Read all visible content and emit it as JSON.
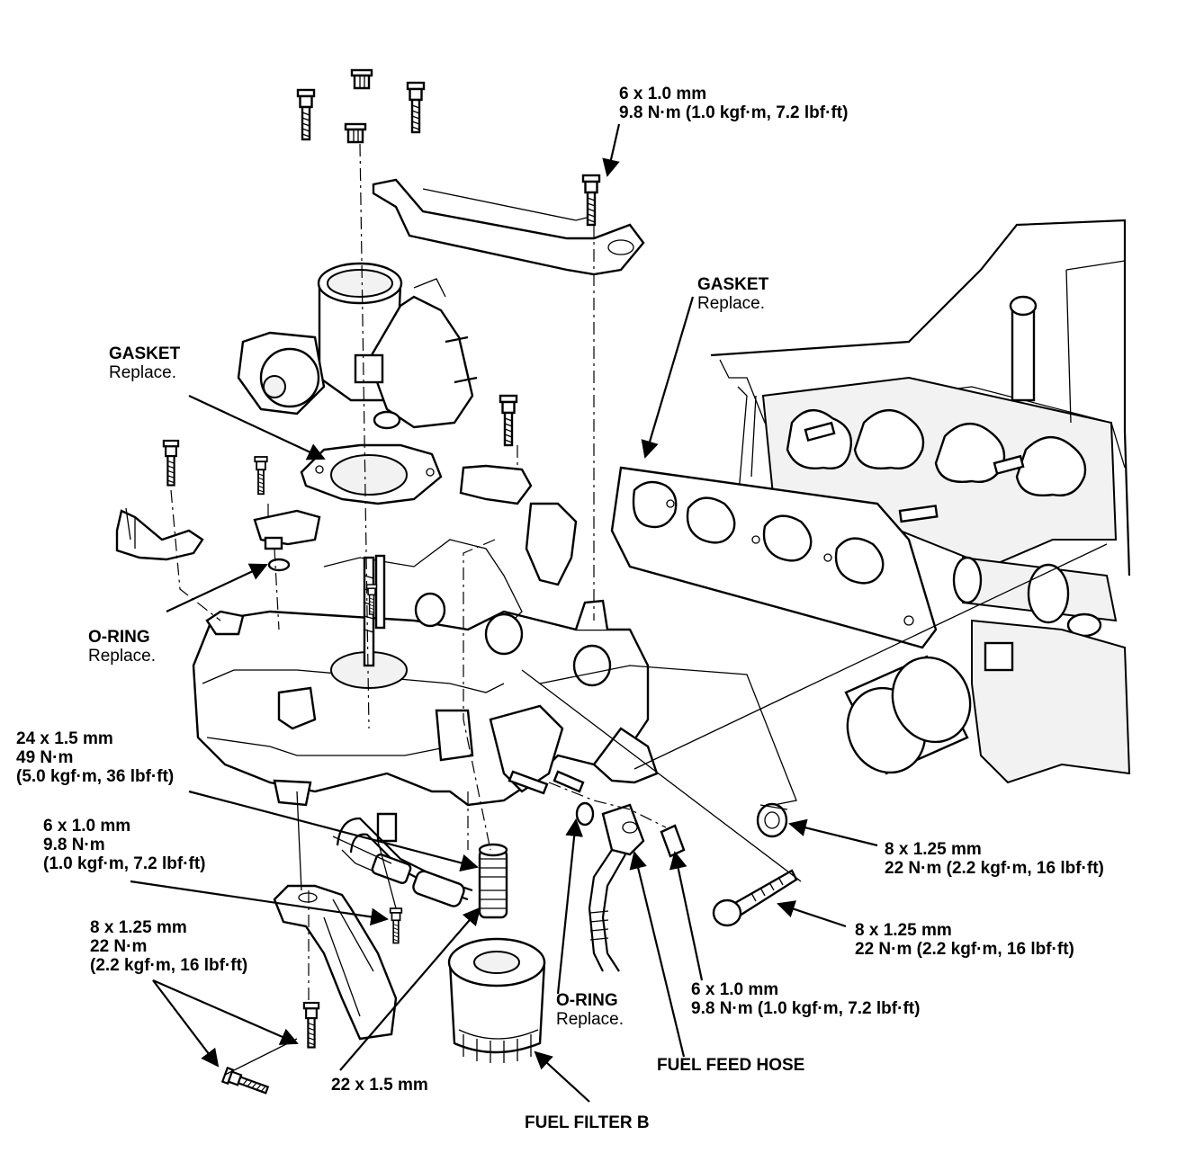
{
  "labels": {
    "bracket_bolt_top": {
      "line1": "6 x 1.0 mm",
      "line2": "9.8 N·m (1.0 kgf·m, 7.2 lbf·ft)"
    },
    "gasket_manifold": {
      "name": "GASKET",
      "note": "Replace."
    },
    "gasket_throttle": {
      "name": "GASKET",
      "note": "Replace."
    },
    "oring_top": {
      "name": "O-RING",
      "note": "Replace."
    },
    "stud_24": {
      "line1": "24 x 1.5 mm",
      "line2": "49 N·m",
      "line3": "(5.0 kgf·m, 36 lbf·ft)"
    },
    "bolt_6_left": {
      "line1": "6 x 1.0 mm",
      "line2": "9.8 N·m",
      "line3": "(1.0 kgf·m, 7.2 lbf·ft)"
    },
    "bolt_8_left": {
      "line1": "8 x 1.25 mm",
      "line2": "22 N·m",
      "line3": "(2.2 kgf·m, 16 lbf·ft)"
    },
    "nut_8_right": {
      "line1": "8 x 1.25 mm",
      "line2": "22 N·m (2.2 kgf·m, 16 lbf·ft)"
    },
    "bolt_8_right": {
      "line1": "8 x 1.25 mm",
      "line2": "22 N·m (2.2 kgf·m, 16 lbf·ft)"
    },
    "bolt_6_bottom": {
      "line1": "6 x 1.0 mm",
      "line2": "9.8 N·m (1.0 kgf·m, 7.2 lbf·ft)"
    },
    "oring_bottom": {
      "name": "O-RING",
      "note": "Replace."
    },
    "fitting_22": {
      "line1": "22 x 1.5 mm"
    },
    "fuel_feed_hose": {
      "name": "FUEL FEED HOSE"
    },
    "fuel_filter_b": {
      "name": "FUEL FILTER B"
    }
  }
}
